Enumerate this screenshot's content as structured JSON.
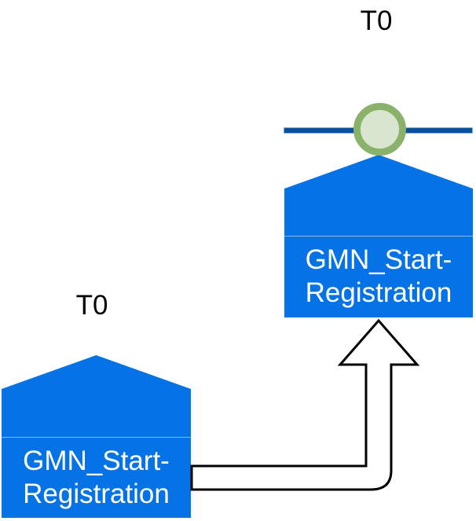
{
  "diagram": {
    "timestamps": {
      "left": "T0",
      "right": "T0"
    },
    "nodes": {
      "left": {
        "label_line1": "GMN_Start-",
        "label_line2": "Registration",
        "full_label": "GMN_Start-Registration"
      },
      "right": {
        "label_line1": "GMN_Start-",
        "label_line2": "Registration",
        "full_label": "GMN_Start-Registration"
      }
    },
    "icons": {
      "milestone": "milestone-circle-icon",
      "connector": "elbow-arrow-up-icon",
      "timeline": "timeline-bar"
    },
    "colors": {
      "node_fill": "#0573e6",
      "node_text": "#ffffff",
      "node_divider": "rgba(255,255,255,0.5)",
      "timeline_fill": "#084f9c",
      "timeline_edge": "#8aaeda",
      "milestone_ring": "#8bb26a",
      "milestone_fill": "#d9e6cf",
      "connector_stroke": "#000000",
      "connector_fill": "#ffffff",
      "background": "#ffffff"
    }
  }
}
